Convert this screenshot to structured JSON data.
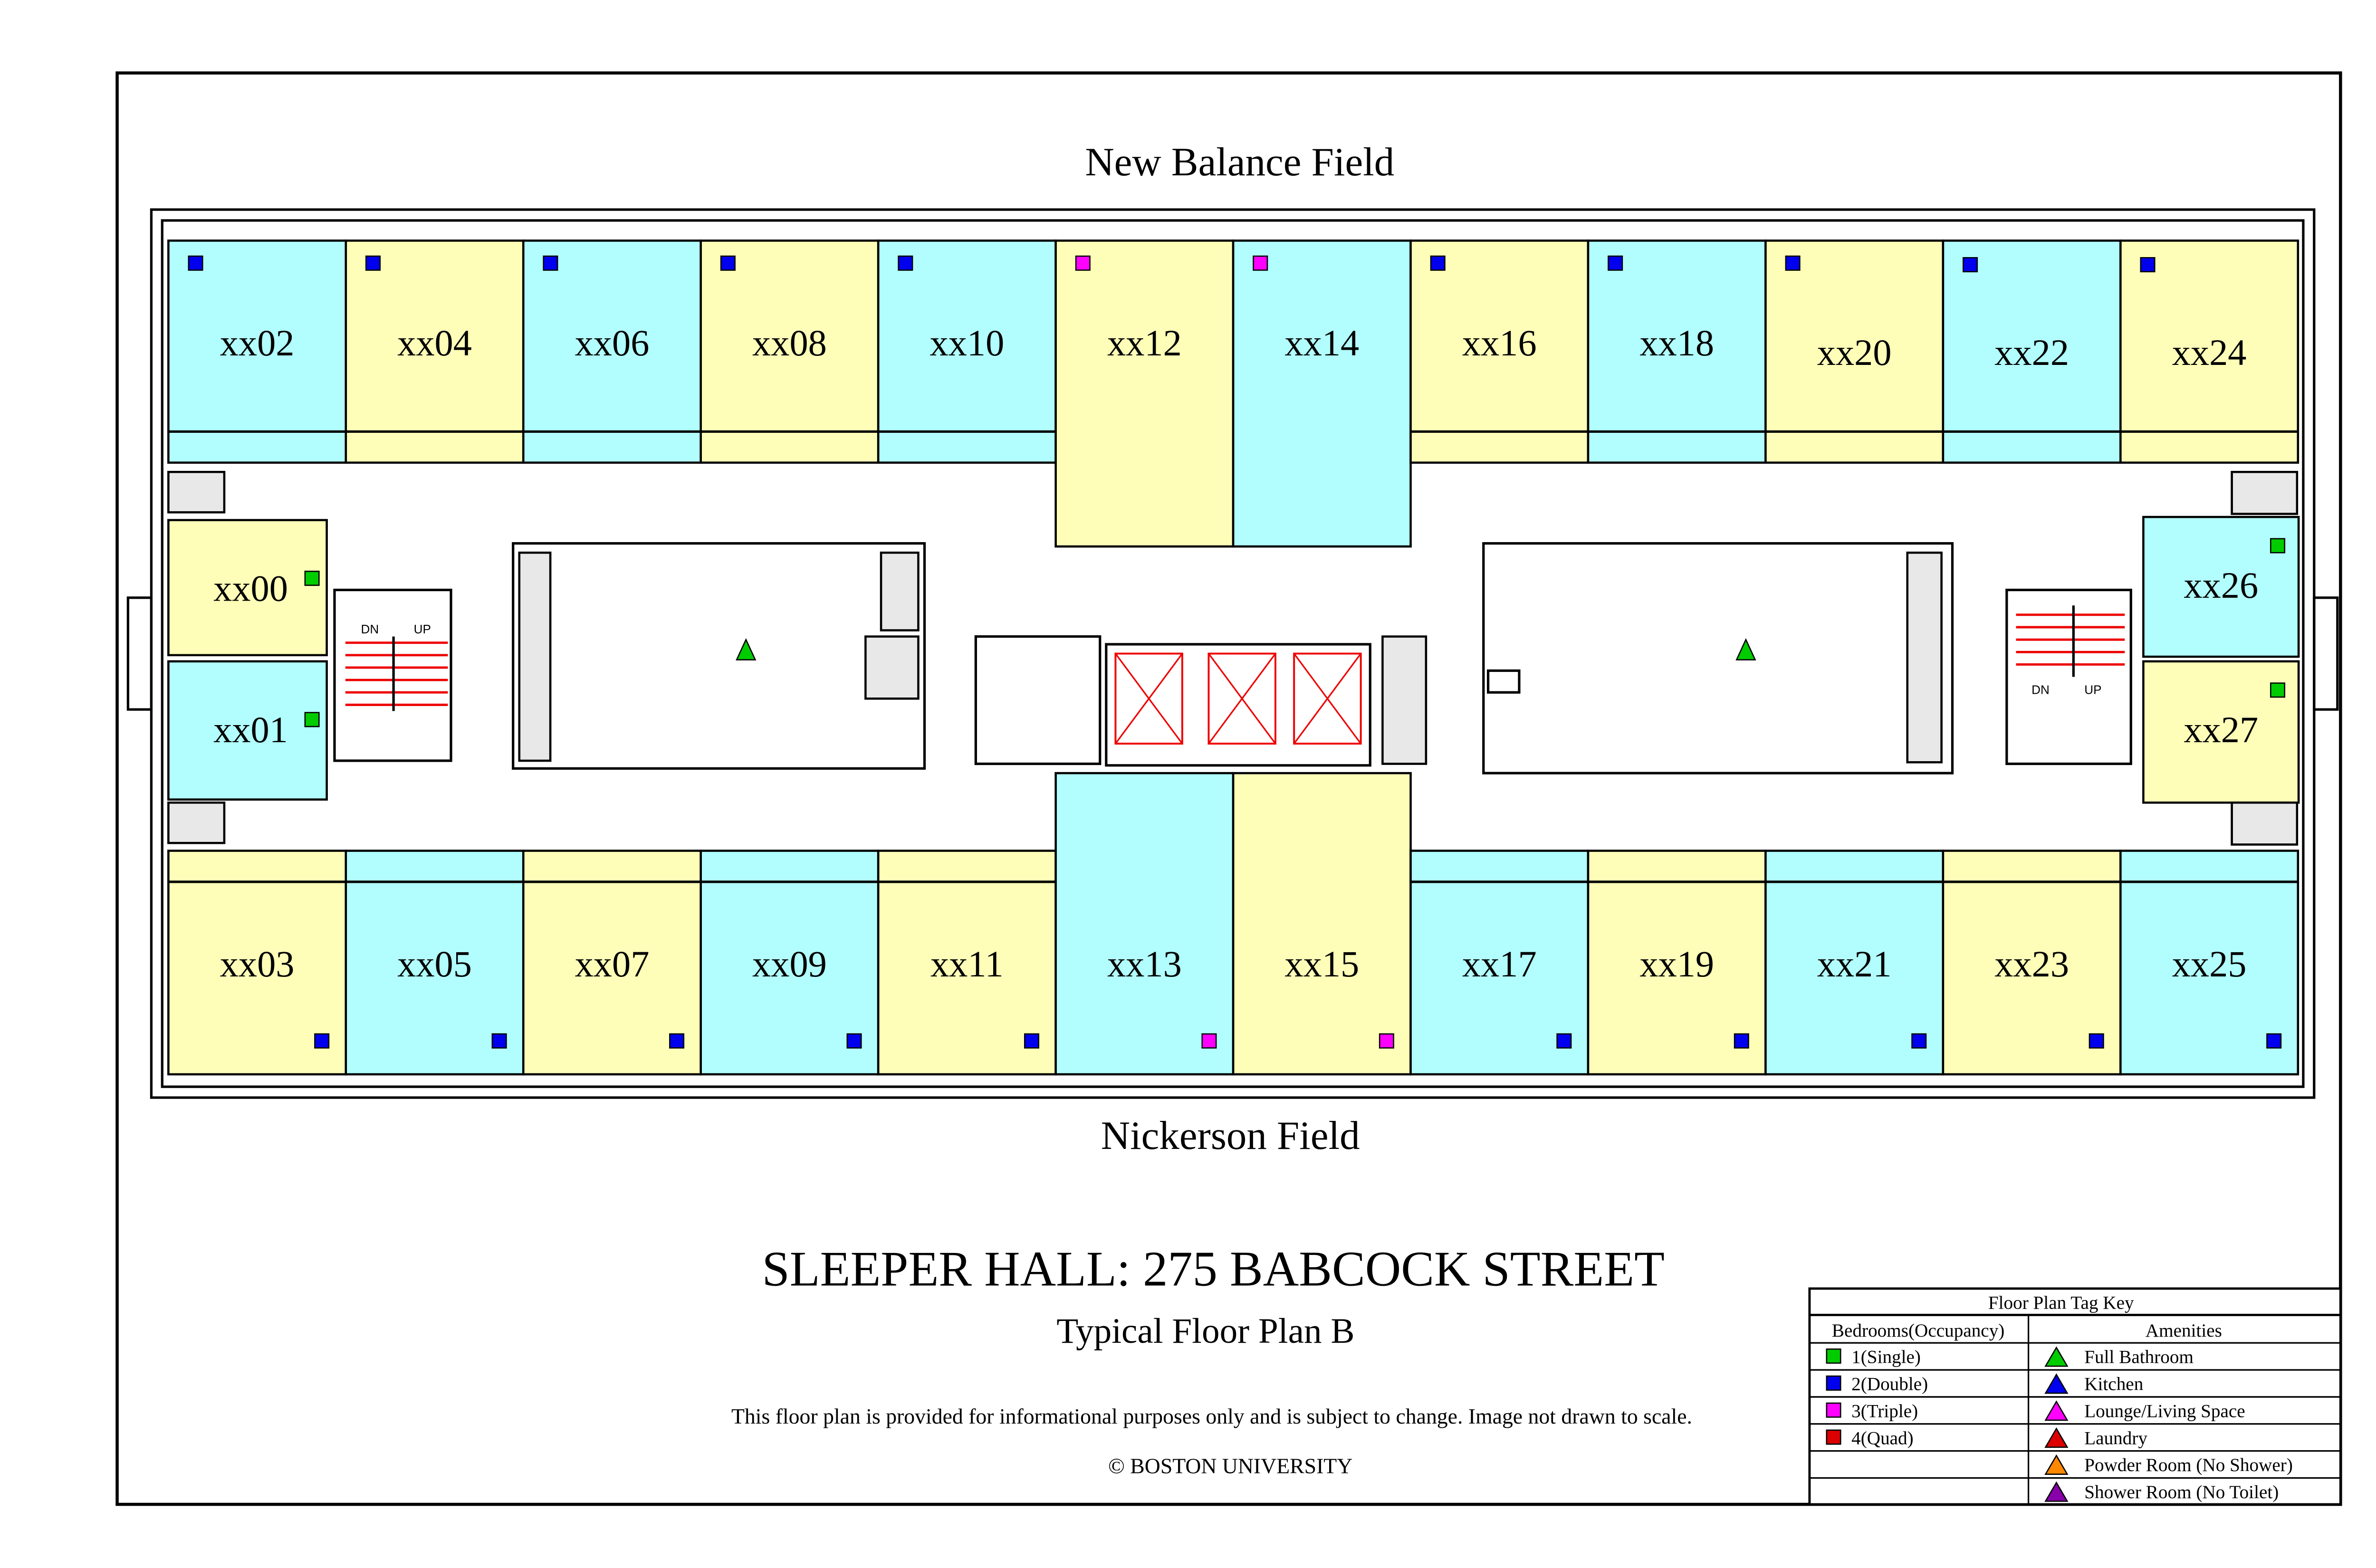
{
  "labels": {
    "north_field": "New Balance Field",
    "south_field": "Nickerson Field",
    "title": "SLEEPER HALL: 275 BABCOCK STREET",
    "subtitle": "Typical Floor Plan B",
    "disclaimer": "This floor plan is provided for informational purposes only and is subject to change. Image not drawn to scale.",
    "copyright": "© BOSTON UNIVERSITY",
    "stair_dn": "DN",
    "stair_up": "UP"
  },
  "colors": {
    "cyan_room": "#b2fefe",
    "yellow_room": "#fefeb8",
    "single": "#00cc00",
    "double": "#0000ee",
    "triple": "#ff00ff",
    "quad": "#dd0000",
    "full_bathroom": "#00cc00",
    "kitchen": "#0000ee",
    "lounge": "#ff00ff",
    "laundry": "#dd0000",
    "powder_room": "#ff8800",
    "shower_room": "#8800aa",
    "elevator": "#ee0000"
  },
  "rooms_north": [
    {
      "label": "xx02",
      "fill": "cyan",
      "occupancy": "double"
    },
    {
      "label": "xx04",
      "fill": "yellow",
      "occupancy": "double"
    },
    {
      "label": "xx06",
      "fill": "cyan",
      "occupancy": "double"
    },
    {
      "label": "xx08",
      "fill": "yellow",
      "occupancy": "double"
    },
    {
      "label": "xx10",
      "fill": "cyan",
      "occupancy": "double"
    },
    {
      "label": "xx12",
      "fill": "yellow",
      "occupancy": "triple"
    },
    {
      "label": "xx14",
      "fill": "cyan",
      "occupancy": "triple"
    },
    {
      "label": "xx16",
      "fill": "yellow",
      "occupancy": "double"
    },
    {
      "label": "xx18",
      "fill": "cyan",
      "occupancy": "double"
    },
    {
      "label": "xx20",
      "fill": "yellow",
      "occupancy": "double"
    },
    {
      "label": "xx22",
      "fill": "cyan",
      "occupancy": "double"
    },
    {
      "label": "xx24",
      "fill": "yellow",
      "occupancy": "double"
    }
  ],
  "rooms_south": [
    {
      "label": "xx03",
      "fill": "yellow",
      "occupancy": "double"
    },
    {
      "label": "xx05",
      "fill": "cyan",
      "occupancy": "double"
    },
    {
      "label": "xx07",
      "fill": "yellow",
      "occupancy": "double"
    },
    {
      "label": "xx09",
      "fill": "cyan",
      "occupancy": "double"
    },
    {
      "label": "xx11",
      "fill": "yellow",
      "occupancy": "double"
    },
    {
      "label": "xx13",
      "fill": "cyan",
      "occupancy": "triple"
    },
    {
      "label": "xx15",
      "fill": "yellow",
      "occupancy": "triple"
    },
    {
      "label": "xx17",
      "fill": "cyan",
      "occupancy": "double"
    },
    {
      "label": "xx19",
      "fill": "yellow",
      "occupancy": "double"
    },
    {
      "label": "xx21",
      "fill": "cyan",
      "occupancy": "double"
    },
    {
      "label": "xx23",
      "fill": "yellow",
      "occupancy": "double"
    },
    {
      "label": "xx25",
      "fill": "cyan",
      "occupancy": "double"
    }
  ],
  "rooms_west": [
    {
      "label": "xx00",
      "fill": "yellow",
      "occupancy": "single"
    },
    {
      "label": "xx01",
      "fill": "cyan",
      "occupancy": "single"
    }
  ],
  "rooms_east": [
    {
      "label": "xx26",
      "fill": "cyan",
      "occupancy": "single"
    },
    {
      "label": "xx27",
      "fill": "yellow",
      "occupancy": "single"
    }
  ],
  "amenity_markers": [
    {
      "type": "full_bathroom",
      "side": "west"
    },
    {
      "type": "full_bathroom",
      "side": "east"
    }
  ],
  "legend": {
    "title": "Floor Plan Tag Key",
    "bedrooms_header": "Bedrooms(Occupancy)",
    "amenities_header": "Amenities",
    "bedrooms": [
      {
        "label": "1(Single)",
        "key": "single"
      },
      {
        "label": "2(Double)",
        "key": "double"
      },
      {
        "label": "3(Triple)",
        "key": "triple"
      },
      {
        "label": "4(Quad)",
        "key": "quad"
      }
    ],
    "amenities": [
      {
        "label": "Full Bathroom",
        "key": "full_bathroom"
      },
      {
        "label": "Kitchen",
        "key": "kitchen"
      },
      {
        "label": "Lounge/Living Space",
        "key": "lounge"
      },
      {
        "label": "Laundry",
        "key": "laundry"
      },
      {
        "label": "Powder Room (No Shower)",
        "key": "powder_room"
      },
      {
        "label": "Shower Room (No Toilet)",
        "key": "shower_room"
      }
    ]
  }
}
